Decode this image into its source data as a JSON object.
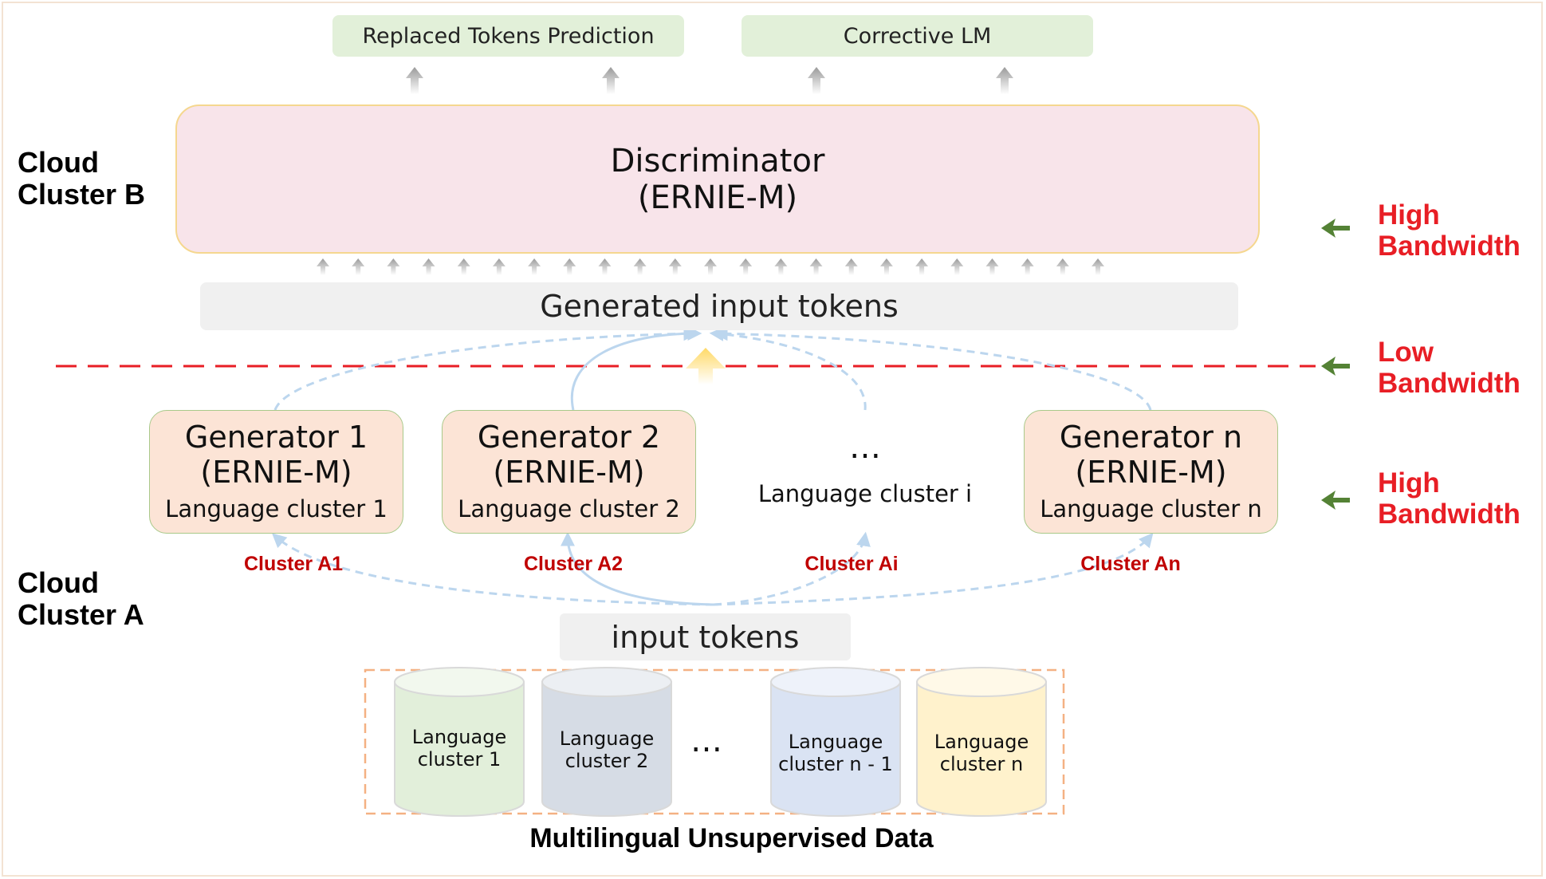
{
  "outputs": {
    "replaced_tokens": "Replaced Tokens Prediction",
    "corrective_lm": "Corrective LM"
  },
  "discriminator": {
    "title": "Discriminator",
    "model": "(ERNIE-M)"
  },
  "generated_input_tokens": "Generated input tokens",
  "input_tokens": "input tokens",
  "generators": [
    {
      "title": "Generator 1",
      "model": "(ERNIE-M)",
      "cluster": "Language cluster 1",
      "label": "Cluster A1"
    },
    {
      "title": "Generator 2",
      "model": "(ERNIE-M)",
      "cluster": "Language cluster 2",
      "label": "Cluster A2"
    },
    {
      "title": "…",
      "model": "",
      "cluster": "Language cluster i",
      "label": "Cluster Ai"
    },
    {
      "title": "Generator n",
      "model": "(ERNIE-M)",
      "cluster": "Language cluster n",
      "label": "Cluster An"
    }
  ],
  "side_labels": {
    "cloud_b": [
      "Cloud",
      "Cluster B"
    ],
    "cloud_a": [
      "Cloud",
      "Cluster A"
    ]
  },
  "bandwidth": {
    "top": [
      "High",
      "Bandwidth"
    ],
    "middle": [
      "Low",
      "Bandwidth"
    ],
    "bottom": [
      "High",
      "Bandwidth"
    ]
  },
  "data_stores": [
    {
      "line1": "Language",
      "line2": "cluster 1",
      "color": "#e2efda"
    },
    {
      "line1": "Language",
      "line2": "cluster 2",
      "color": "#d6dce5"
    },
    {
      "line1": "Language",
      "line2": "cluster n - 1",
      "color": "#dae3f3"
    },
    {
      "line1": "Language",
      "line2": "cluster n",
      "color": "#fff2cc"
    }
  ],
  "data_ellipsis": "…",
  "data_title": "Multilingual Unsupervised Data",
  "colors": {
    "output_box": "#e2f0d9",
    "discriminator": "#f8e4ea",
    "generator": "#fce4d6",
    "low_bandwidth_line": "#e81e25",
    "bandwidth_arrow": "#548235",
    "bandwidth_text": "#e81e25",
    "cluster_label": "#c00000",
    "flow_lines": "#bcd6ee"
  }
}
